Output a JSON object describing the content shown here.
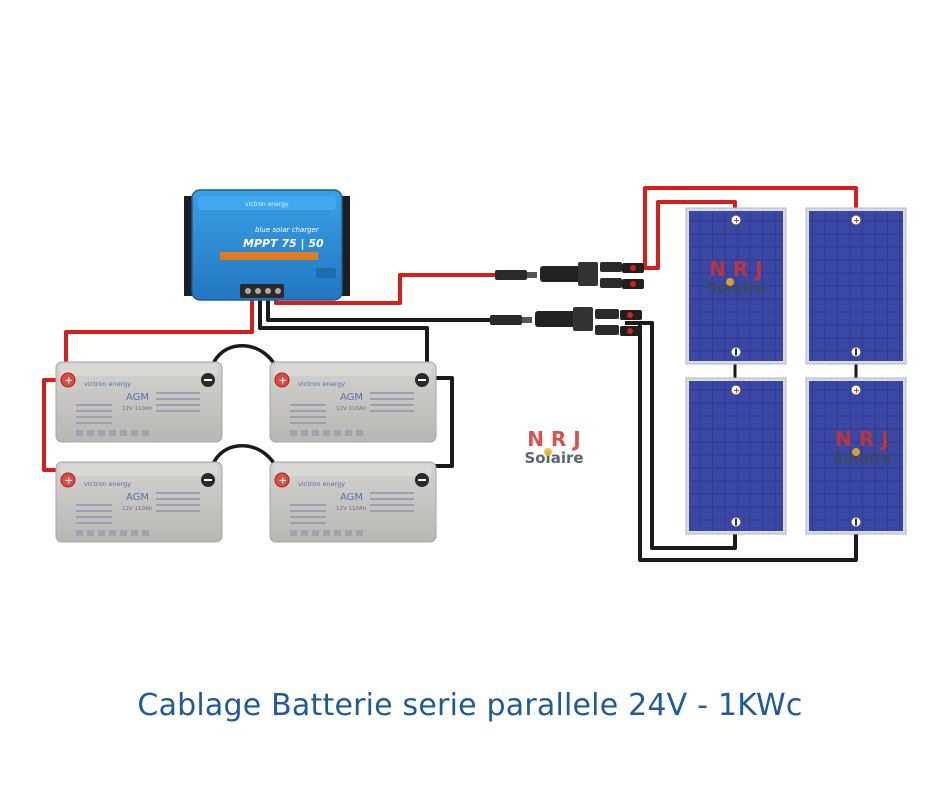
{
  "caption": "Cablage Batterie serie parallele 24V - 1KWc",
  "controller": {
    "brand": "victron energy",
    "product_line": "blue solar charger",
    "model": "MPPT 75 | 50",
    "body_color": "#2f8fd6",
    "icon": "charge-controller-icon"
  },
  "battery": {
    "brand": "victron energy",
    "type": "AGM",
    "rating": "12V 110Ah",
    "count": 4,
    "body_color": "#c9c7c3"
  },
  "panel": {
    "count": 4,
    "cell_color": "#34419a",
    "icon": "solar-panel-icon"
  },
  "watermark": {
    "text_top": "N R J",
    "text_bottom": "Solaire",
    "text_top_color": "#d0322f",
    "text_bottom_color": "#3d4a57"
  },
  "wire_colors": {
    "positive": "#d3201b",
    "negative": "#1a1a1a"
  }
}
